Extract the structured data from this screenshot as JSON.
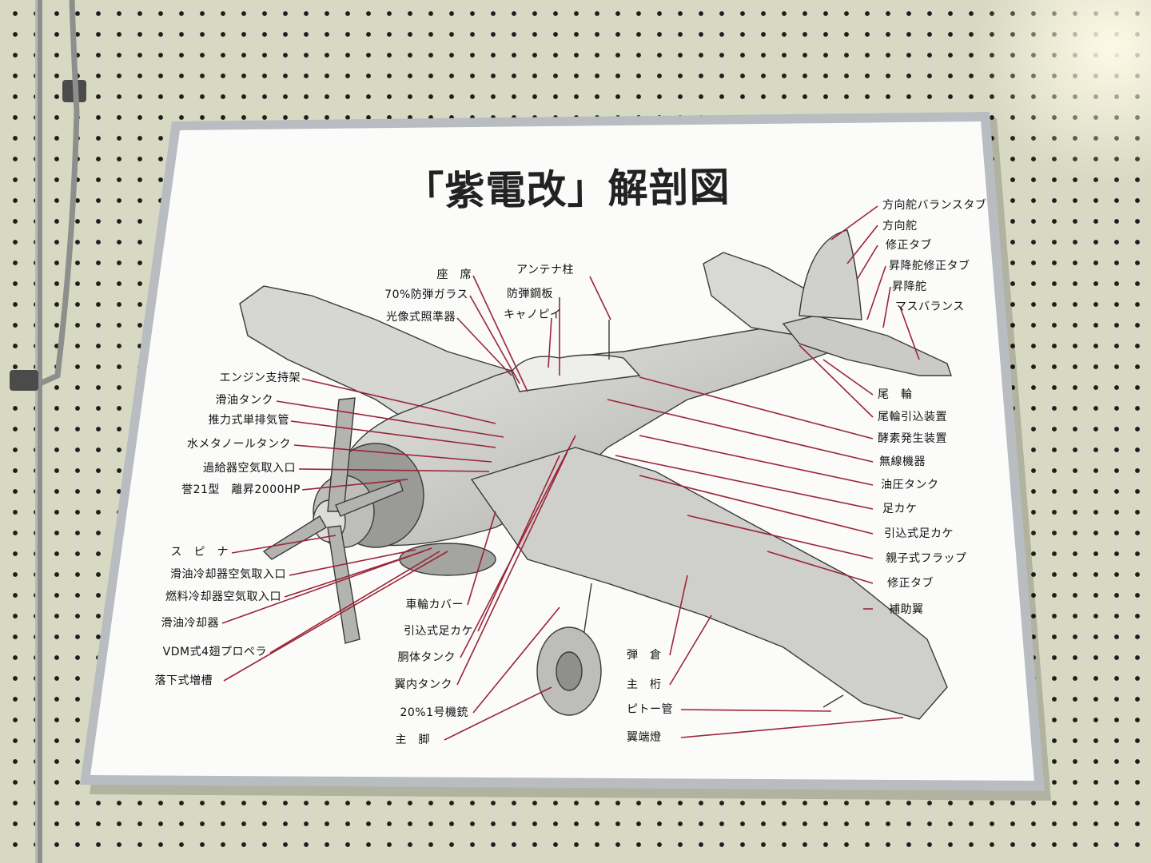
{
  "title": "「紫電改」解剖図",
  "colors": {
    "wall": "#d8d9c2",
    "board": "#fbfbfa",
    "frame": "#b9bcc0",
    "leader": "#9b2538",
    "text": "#111111"
  },
  "labels_left": [
    "エンジン支持架",
    "滑油タンク",
    "推力式単排気管",
    "水メタノールタンク",
    "過給器空気取入口",
    "誉21型　離昇2000HP",
    "ス　ピ　ナ",
    "滑油冷却器空気取入口",
    "燃料冷却器空気取入口",
    "滑油冷却器",
    "VDM式4翅プロペラ",
    "落下式増槽"
  ],
  "labels_top": [
    "座　席",
    "70%防弾ガラス",
    "光像式照準器",
    "アンテナ柱",
    "防弾鋼板",
    "キャノピイ"
  ],
  "labels_right": [
    "方向舵バランスタブ",
    "方向舵",
    "修正タブ",
    "昇降舵修正タブ",
    "昇降舵",
    "マスバランス",
    "尾　輪",
    "尾輪引込装置",
    "酵素発生装置",
    "無線機器",
    "油圧タンク",
    "足カケ",
    "引込式足カケ",
    "親子式フラップ",
    "修正タブ",
    "補助翼"
  ],
  "labels_bottom_center": [
    "車輪カバー",
    "引込式足カケ",
    "胴体タンク",
    "翼内タンク",
    "20%1号機銃",
    "主　脚"
  ],
  "labels_bottom_right": [
    "弾　倉",
    "主　桁",
    "ピトー管",
    "翼端燈"
  ]
}
